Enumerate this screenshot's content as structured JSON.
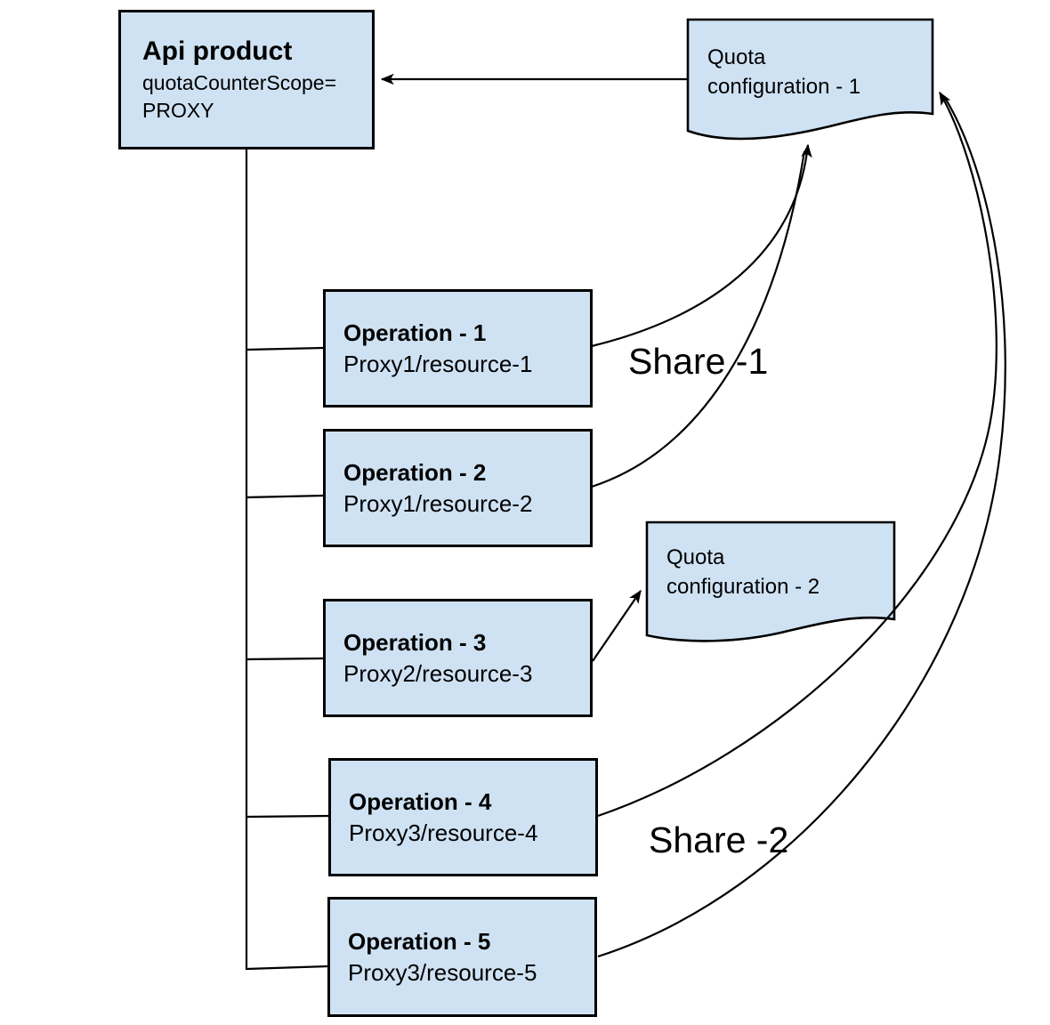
{
  "diagram": {
    "api_product": {
      "title": "Api product",
      "attr_line1": "quotaCounterScope=",
      "attr_line2": "PROXY"
    },
    "quota_configs": [
      {
        "label": "Quota\nconfiguration - 1"
      },
      {
        "label": "Quota\nconfiguration - 2"
      }
    ],
    "operations": [
      {
        "title": "Operation - 1",
        "subtitle": "Proxy1/resource-1"
      },
      {
        "title": "Operation - 2",
        "subtitle": "Proxy1/resource-2"
      },
      {
        "title": "Operation - 3",
        "subtitle": "Proxy2/resource-3"
      },
      {
        "title": "Operation - 4",
        "subtitle": "Proxy3/resource-4"
      },
      {
        "title": "Operation - 5",
        "subtitle": "Proxy3/resource-5"
      }
    ],
    "labels": {
      "share1": "Share -1",
      "share2": "Share -2"
    },
    "colors": {
      "box_fill": "#cfe2f3",
      "box_border": "#000000",
      "line": "#000000",
      "background": "#ffffff"
    }
  }
}
